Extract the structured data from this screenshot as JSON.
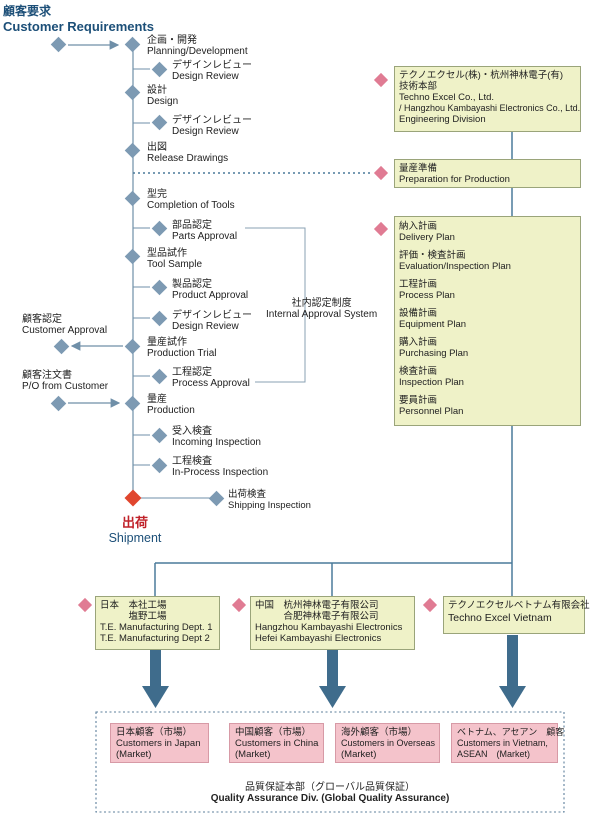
{
  "header": {
    "title_jp": "顧客要求",
    "title_en": "Customer Requirements"
  },
  "process": [
    {
      "jp": "企画・開発",
      "en": "Planning/Development"
    },
    {
      "jp": "デザインレビュー",
      "en": "Design Review"
    },
    {
      "jp": "設計",
      "en": "Design"
    },
    {
      "jp": "デザインレビュー",
      "en": "Design Review"
    },
    {
      "jp": "出図",
      "en": "Release Drawings"
    },
    {
      "jp": "型完",
      "en": "Completion of Tools"
    },
    {
      "jp": "部品認定",
      "en": "Parts Approval"
    },
    {
      "jp": "型品試作",
      "en": "Tool Sample"
    },
    {
      "jp": "製品認定",
      "en": "Product Approval"
    },
    {
      "jp": "デザインレビュー",
      "en": "Design Review"
    },
    {
      "jp": "量産試作",
      "en": "Production Trial"
    },
    {
      "jp": "工程認定",
      "en": "Process Approval"
    },
    {
      "jp": "量産",
      "en": "Production"
    },
    {
      "jp": "受入検査",
      "en": "Incoming Inspection"
    },
    {
      "jp": "工程検査",
      "en": "In-Process Inspection"
    },
    {
      "jp": "出荷検査",
      "en": "Shipping Inspection"
    }
  ],
  "customer_approval": {
    "jp": "顧客認定",
    "en": "Customer Approval"
  },
  "purchase_order": {
    "jp": "顧客注文書",
    "en": "P/O from Customer"
  },
  "internal_approval": {
    "jp": "社内認定制度",
    "en": "Internal Approval System"
  },
  "shipment": {
    "jp": "出荷",
    "en": "Shipment"
  },
  "engineering": {
    "line1": "テクノエクセル(株)・杭州神林電子(有)",
    "line2": "技術本部",
    "line3": "Techno Excel Co., Ltd.",
    "line4": "/ Hangzhou Kambayashi Electronics Co., Ltd.",
    "line5": "Engineering Division"
  },
  "prep": {
    "jp": "量産準備",
    "en": "Preparation for Production"
  },
  "plans": [
    {
      "jp": "納入計画",
      "en": "Delivery Plan"
    },
    {
      "jp": "評価・検査計画",
      "en": "Evaluation/Inspection Plan"
    },
    {
      "jp": "工程計画",
      "en": "Process Plan"
    },
    {
      "jp": "設備計画",
      "en": "Equipment Plan"
    },
    {
      "jp": "購入計画",
      "en": "Purchasing Plan"
    },
    {
      "jp": "検査計画",
      "en": "Inspection Plan"
    },
    {
      "jp": "要員計画",
      "en": "Personnel Plan"
    }
  ],
  "factories": {
    "japan": {
      "l1": "日本　本社工場",
      "l2": "　　　塩野工場",
      "l3": "T.E. Manufacturing Dept. 1",
      "l4": "T.E. Manufacturing Dept  2"
    },
    "china": {
      "l1": "中国　杭州神林電子有限公司",
      "l2": "　　　合肥神林電子有限公司",
      "l3": "Hangzhou Kambayashi Electronics",
      "l4": "Hefei Kambayashi Electronics"
    },
    "vietnam": {
      "l1": "テクノエクセルベトナム有限会社",
      "l2": "Techno Excel Vietnam"
    }
  },
  "markets": [
    {
      "jp": "日本顧客（市場）",
      "en1": "Customers in Japan",
      "en2": "(Market)"
    },
    {
      "jp": "中国顧客（市場）",
      "en1": "Customers in China",
      "en2": "(Market)"
    },
    {
      "jp": "海外顧客（市場）",
      "en1": "Customers in Overseas",
      "en2": "(Market)"
    },
    {
      "jp": "ベトナム、アセアン　顧客",
      "en1": "Customers in Vietnam,",
      "en2": "ASEAN　(Market)"
    }
  ],
  "qa": {
    "jp": "品質保証本部（グローバル品質保証）",
    "en": "Quality Assurance Div. (Global Quality Assurance)"
  },
  "colors": {
    "diamond_blue": "#7d9ab3",
    "diamond_pink": "#e07b93",
    "diamond_red": "#e0462e",
    "line": "#4a7a9a",
    "box_fill": "#eff2c8",
    "pink_fill": "#f4c3cb",
    "arrow": "#3f6c8c"
  }
}
